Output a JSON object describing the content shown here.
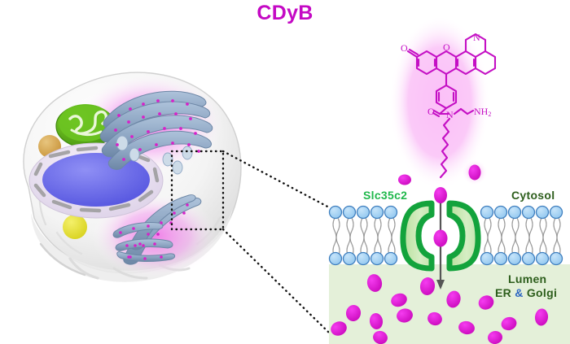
{
  "figure": {
    "title": "CDyB",
    "title_color": "#c409c4",
    "domain": "cell-biology-schematic"
  },
  "labels": {
    "transporter": "Slc35c2",
    "transporter_color": "#1fb84b",
    "cytosol": "Cytosol",
    "lumen": "Lumen",
    "organelle_prefix": "ER",
    "organelle_amp": "&",
    "organelle_suffix": "Golgi",
    "label_color": "#2d5e1c",
    "amp_color": "#2d66c2"
  },
  "molecule": {
    "name": "CDyB",
    "heteroatom_o_ketone": "O",
    "heteroatom_o_xanthene": "O",
    "heteroatom_n_julolidine": "N",
    "heteroatom_o_amide": "O",
    "heteroatom_n_amide": "N",
    "terminal_group": "NH",
    "terminal_subscript": "2",
    "stroke_color": "#c40fc4",
    "glow_color": "#f7a8f2"
  },
  "cell": {
    "body_color": "#f2f2f2",
    "nucleus_color": "#6a6ae8",
    "nuclear_envelope_color": "#ece3f2",
    "mitochondrion_color": "#59b51a",
    "vesicle_orange": "#d7a84e",
    "vesicle_yellow": "#e8e23a",
    "er_golgi_color": "#8fa7c4",
    "ribosome_color": "#d622c9",
    "glow_color": "#f49df0"
  },
  "membrane": {
    "head_fill": "#a8d4f2",
    "head_stroke": "#3f7fbf",
    "tail_color": "#9a9a9a",
    "lumen_fill": "#e4f0d9",
    "transporter_outline": "#13a33c",
    "transporter_fill": "#cde8b8",
    "dye_color": "#e310d8",
    "arrow_color": "#555555",
    "head_count_per_leaflet": 21,
    "lumen_dye_count": 15,
    "transport_direction": "cytosol-to-lumen"
  },
  "callout": {
    "style": "dotted",
    "color": "#111111",
    "description": "dotted box over ER/Golgi region expanded to membrane panel"
  }
}
